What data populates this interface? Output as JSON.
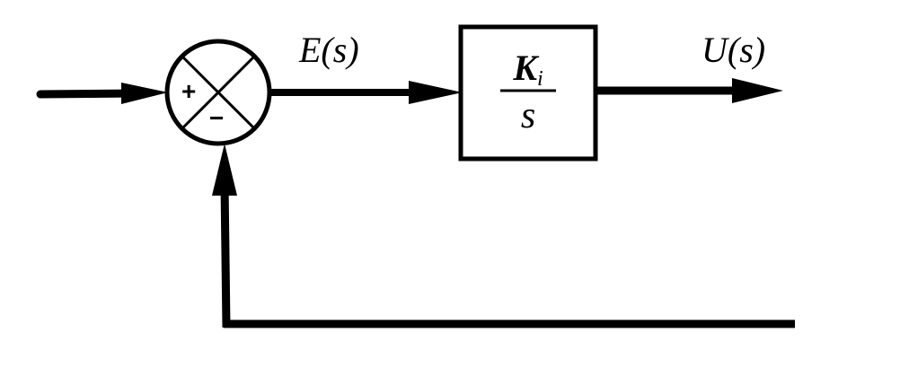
{
  "diagram": {
    "type": "block-diagram",
    "description": "Feedback control loop with integral controller",
    "summing_junction": {
      "plus_sign": "+",
      "minus_sign": "−"
    },
    "signals": {
      "error": "E(s)",
      "output": "U(s)"
    },
    "block": {
      "numerator_main": "K",
      "numerator_sub": "i",
      "denominator": "s"
    },
    "colors": {
      "stroke": "#000000",
      "background": "#ffffff"
    }
  }
}
